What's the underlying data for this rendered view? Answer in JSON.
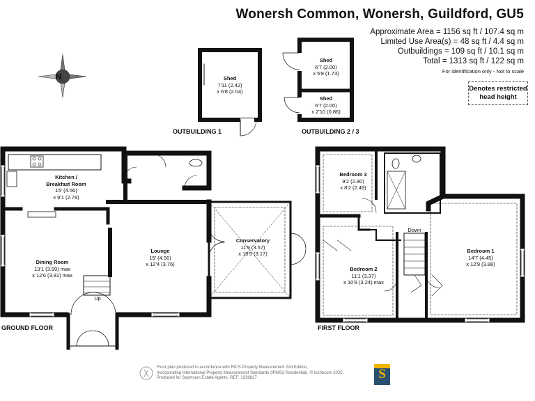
{
  "header": {
    "title": "Wonersh Common, Wonersh, Guildford, GU5",
    "area_lines": [
      "Approximate Area = 1156 sq ft / 107.4 sq m",
      "Limited Use Area(s) = 48 sq ft / 4.4 sq m",
      "Outbuildings = 109 sq ft / 10.1 sq m",
      "Total = 1313 sq ft / 122 sq m"
    ],
    "disclaimer": "For identification only - Not to scale",
    "restricted_note": "Denotes restricted head height"
  },
  "compass": {
    "label": "N"
  },
  "outbuildings": {
    "label_1": "OUTBUILDING 1",
    "label_23": "OUTBUILDING 2 / 3",
    "shed_1": {
      "name": "Shed",
      "dim1": "7'11 (2.42)",
      "dim2": "x 6'8 (2.04)"
    },
    "shed_2": {
      "name": "Shed",
      "dim1": "6'7 (2.00)",
      "dim2": "x 5'8 (1.73)"
    },
    "shed_3": {
      "name": "Shed",
      "dim1": "6'7 (2.00)",
      "dim2": "x 2'10 (0.86)"
    }
  },
  "ground_floor": {
    "label": "GROUND FLOOR",
    "stairs_label": "Up",
    "kitchen": {
      "name": "Kitchen /",
      "name2": "Breakfast Room",
      "dim1": "15' (4.56)",
      "dim2": "x 9'1 (2.78)"
    },
    "dining": {
      "name": "Dining Room",
      "dim1": "13'1 (3.99) max",
      "dim2": "x 12'6 (3.81) max"
    },
    "lounge": {
      "name": "Lounge",
      "dim1": "15' (4.56)",
      "dim2": "x 12'4 (3.76)"
    },
    "conservatory": {
      "name": "Conservatory",
      "dim1": "11'9 (3.57)",
      "dim2": "x 10'5 (3.17)"
    }
  },
  "first_floor": {
    "label": "FIRST FLOOR",
    "stairs_label": "Down",
    "bedroom3": {
      "name": "Bedroom 3",
      "dim1": "9'2 (2.80)",
      "dim2": "x 8'2 (2.49)"
    },
    "bedroom2": {
      "name": "Bedroom 2",
      "dim1": "11'1 (3.37)",
      "dim2": "x 10'8 (3.24) max"
    },
    "bedroom1": {
      "name": "Bedroom 1",
      "dim1": "14'7 (4.45)",
      "dim2": "x 12'9 (3.88)"
    }
  },
  "footer": {
    "line1": "Floor plan produced in accordance with RICS Property Measurement 2nd Edition,",
    "line2": "Incorporating International Property Measurement Standards (IPMS2 Residential). © nichecom 2025.",
    "line3": "Produced for Seymours Estate Agents.   REF: 1336827",
    "logo_letter": "S"
  },
  "colors": {
    "wall": "#111111",
    "logo_blue": "#2a5070",
    "logo_gold": "#f0b400"
  }
}
